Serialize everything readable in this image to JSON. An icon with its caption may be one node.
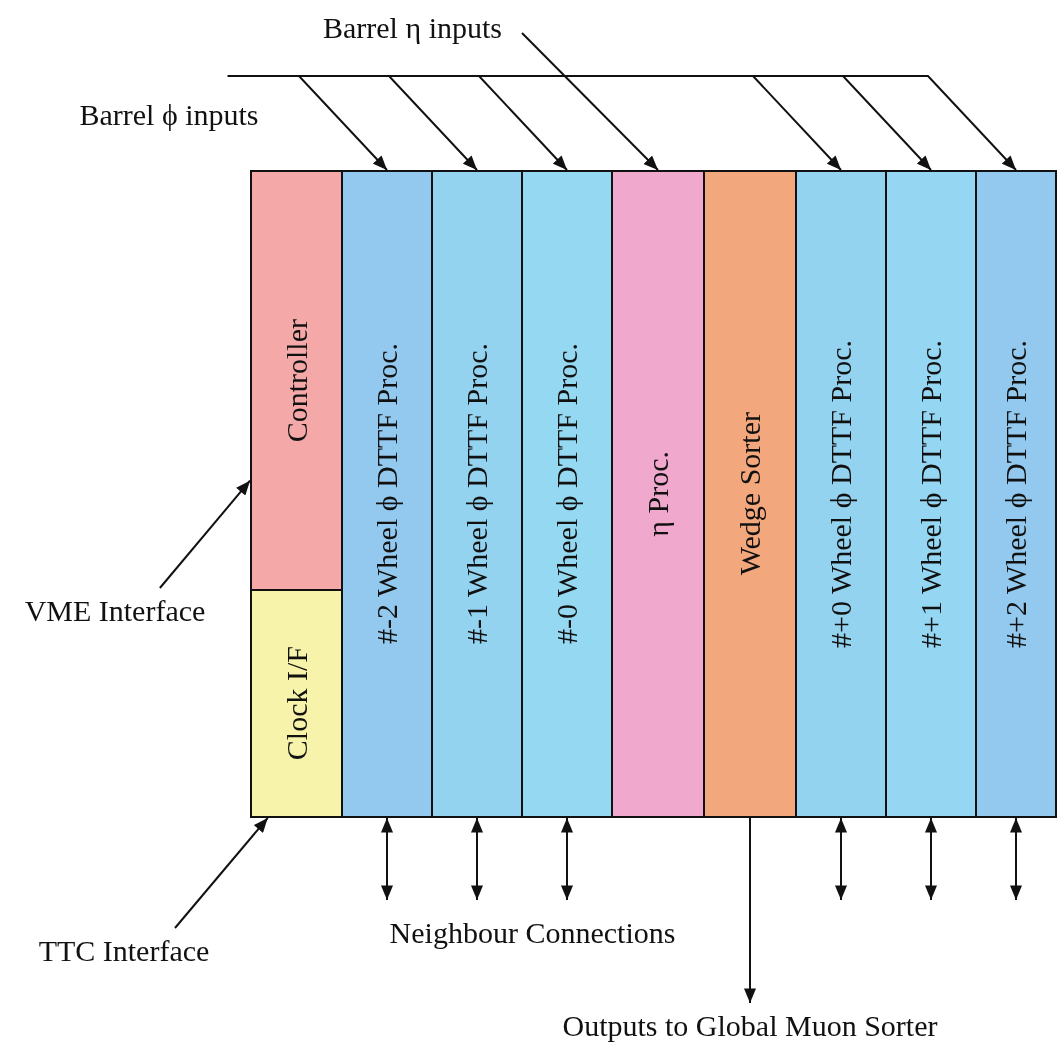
{
  "diagram": {
    "nodes": [
      {
        "text": [
          "Barrel η inputs"
        ]
      },
      {
        "text": [
          "Barrel ϕ inputs"
        ]
      },
      {
        "text": [
          "Controller"
        ]
      },
      {
        "text": [
          "Clock I/F"
        ]
      },
      {
        "text": [
          "#-2 Wheel ϕ DTTF Proc."
        ]
      },
      {
        "text": [
          "#-1 Wheel ϕ DTTF Proc."
        ]
      },
      {
        "text": [
          "#-0 Wheel ϕ DTTF Proc."
        ]
      },
      {
        "text": [
          "η Proc."
        ]
      },
      {
        "text": [
          "Wedge Sorter"
        ]
      },
      {
        "text": [
          "#+0 Wheel ϕ DTTF Proc."
        ]
      },
      {
        "text": [
          "#+1 Wheel ϕ DTTF Proc."
        ]
      },
      {
        "text": [
          "#+2 Wheel ϕ DTTF Proc."
        ]
      },
      {
        "text": [
          "VME Interface"
        ]
      },
      {
        "text": [
          "TTC Interface"
        ]
      },
      {
        "text": [
          "Outputs to Global Muon Sorter"
        ]
      }
    ],
    "edges": [
      {
        "from": 0,
        "to": 7,
        "arrow": "to"
      },
      {
        "from": 1,
        "to": 4,
        "arrow": "to"
      },
      {
        "from": 1,
        "to": 5,
        "arrow": "to"
      },
      {
        "from": 1,
        "to": 6,
        "arrow": "to"
      },
      {
        "from": 1,
        "to": 9,
        "arrow": "to"
      },
      {
        "from": 1,
        "to": 10,
        "arrow": "to"
      },
      {
        "from": 1,
        "to": 11,
        "arrow": "to"
      },
      {
        "from": 12,
        "to": 2,
        "arrow": "to"
      },
      {
        "from": 13,
        "to": 3,
        "arrow": "to"
      },
      {
        "from": 4,
        "to": null,
        "arrow": "both"
      },
      {
        "from": 5,
        "to": null,
        "arrow": "both"
      },
      {
        "from": 6,
        "to": null,
        "arrow": "both"
      },
      {
        "from": 9,
        "to": null,
        "arrow": "both"
      },
      {
        "from": 10,
        "to": null,
        "arrow": "both"
      },
      {
        "from": 11,
        "to": null,
        "arrow": "both"
      },
      {
        "from": 8,
        "to": 14,
        "arrow": "to"
      }
    ],
    "labels": [
      "Neighbour Connections"
    ]
  }
}
